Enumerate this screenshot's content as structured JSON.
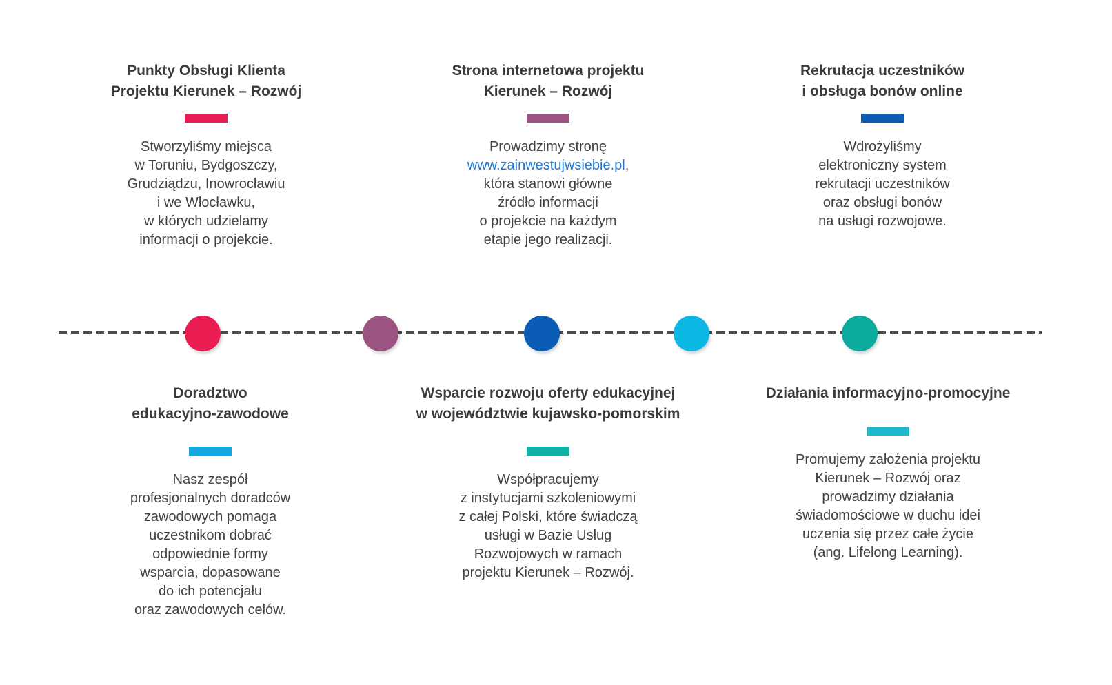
{
  "link_color": "#1c76d2",
  "timeline": {
    "line_color": "#4b4b4b",
    "dots": [
      {
        "name": "dot-1",
        "color": "#ea1d52"
      },
      {
        "name": "dot-2",
        "color": "#9b5381"
      },
      {
        "name": "dot-3",
        "color": "#0a5cb4"
      },
      {
        "name": "dot-4",
        "color": "#0db7e4"
      },
      {
        "name": "dot-5",
        "color": "#0cab9f"
      }
    ]
  },
  "blocks": {
    "top": [
      {
        "title": "Punkty Obsługi Klienta\nProjektu Kierunek – Rozwój",
        "accent": "#ea1d52",
        "body": "Stworzyliśmy miejsca\nw Toruniu, Bydgoszczy,\nGrudziądzu, Inowrocławiu\ni we Włocławku,\nw których udzielamy\ninformacji o projekcie."
      },
      {
        "title": "Strona internetowa projektu\nKierunek – Rozwój",
        "accent": "#9b5381",
        "body_before": "Prowadzimy stronę\n",
        "link": "www.zainwestujwsiebie.pl",
        "body_after": ",\nktóra stanowi główne\nźródło informacji\no projekcie na każdym\netapie jego realizacji."
      },
      {
        "title": "Rekrutacja uczestników\ni obsługa bonów online",
        "accent": "#0a5cb4",
        "body": "Wdrożyliśmy\nelektroniczny system\nrekrutacji uczestników\noraz obsługi bonów\nna usługi rozwojowe."
      }
    ],
    "bottom": [
      {
        "title": "Doradztwo\nedukacyjno-zawodowe",
        "accent": "#16a8e1",
        "body": "Nasz zespół\nprofesjonalnych doradców\nzawodowych pomaga\nuczestnikom dobrać\nodpowiednie formy\nwsparcia, dopasowane\ndo ich potencjału\noraz zawodowych celów."
      },
      {
        "title": "Wsparcie rozwoju oferty edukacyjnej\nw województwie kujawsko-pomorskim",
        "accent": "#0fb1a5",
        "body": "Współpracujemy\nz instytucjami szkoleniowymi\nz całej Polski, które świadczą\nusługi w Bazie Usług\nRozwojowych w ramach\nprojektu Kierunek – Rozwój."
      },
      {
        "title": "Działania informacyjno-promocyjne",
        "accent": "#1fb9c9",
        "body": "Promujemy założenia projektu\nKierunek – Rozwój oraz\nprowadzimy działania\nświadomościowe w duchu idei\nuczenia się przez całe życie\n(ang. Lifelong Learning)."
      }
    ]
  }
}
